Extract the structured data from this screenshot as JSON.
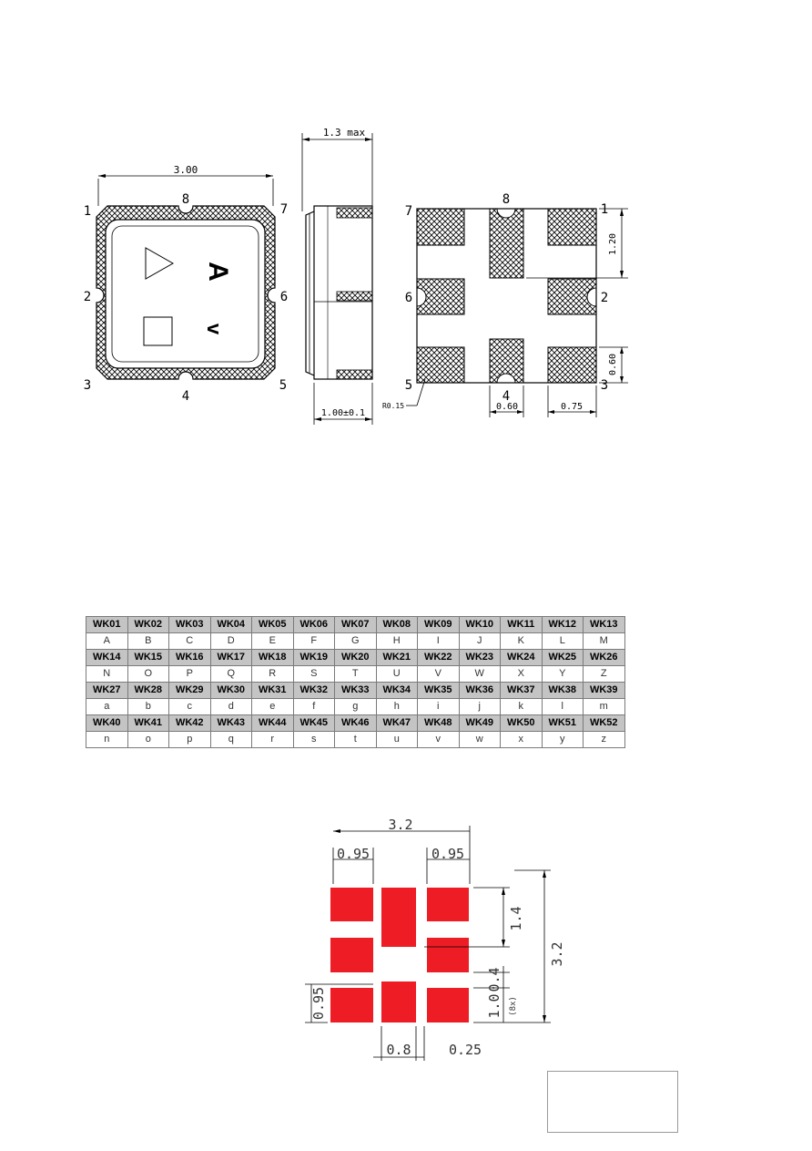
{
  "drawing_top": {
    "top_view": {
      "width_dim": "3.00",
      "pin_labels": [
        "1",
        "2",
        "3",
        "4",
        "5",
        "6",
        "7",
        "8"
      ],
      "mark_upper": "A",
      "mark_lower": "v"
    },
    "side_view": {
      "height_dim": "1.3 max",
      "body_dim": "1.00±0.1"
    },
    "bottom_view": {
      "pin_labels": [
        "1",
        "2",
        "3",
        "4",
        "5",
        "6",
        "7",
        "8"
      ],
      "dim_120": "1.20",
      "dim_060_right": "0.60",
      "dim_060_bottom": "0.60",
      "dim_075": "0.75",
      "radius": "R0.15"
    }
  },
  "code_table": {
    "rows": [
      {
        "type": "hdr",
        "cells": [
          "WK01",
          "WK02",
          "WK03",
          "WK04",
          "WK05",
          "WK06",
          "WK07",
          "WK08",
          "WK09",
          "WK10",
          "WK11",
          "WK12",
          "WK13"
        ]
      },
      {
        "type": "chr",
        "cells": [
          "A",
          "B",
          "C",
          "D",
          "E",
          "F",
          "G",
          "H",
          "I",
          "J",
          "K",
          "L",
          "M"
        ]
      },
      {
        "type": "hdr",
        "cells": [
          "WK14",
          "WK15",
          "WK16",
          "WK17",
          "WK18",
          "WK19",
          "WK20",
          "WK21",
          "WK22",
          "WK23",
          "WK24",
          "WK25",
          "WK26"
        ]
      },
      {
        "type": "chr",
        "cells": [
          "N",
          "O",
          "P",
          "Q",
          "R",
          "S",
          "T",
          "U",
          "V",
          "W",
          "X",
          "Y",
          "Z"
        ]
      },
      {
        "type": "hdr",
        "cells": [
          "WK27",
          "WK28",
          "WK29",
          "WK30",
          "WK31",
          "WK32",
          "WK33",
          "WK34",
          "WK35",
          "WK36",
          "WK37",
          "WK38",
          "WK39"
        ]
      },
      {
        "type": "chr",
        "cells": [
          "a",
          "b",
          "c",
          "d",
          "e",
          "f",
          "g",
          "h",
          "i",
          "j",
          "k",
          "l",
          "m"
        ]
      },
      {
        "type": "hdr",
        "cells": [
          "WK40",
          "WK41",
          "WK42",
          "WK43",
          "WK44",
          "WK45",
          "WK46",
          "WK47",
          "WK48",
          "WK49",
          "WK50",
          "WK51",
          "WK52"
        ]
      },
      {
        "type": "chr",
        "cells": [
          "n",
          "o",
          "p",
          "q",
          "r",
          "s",
          "t",
          "u",
          "v",
          "w",
          "x",
          "y",
          "z"
        ]
      }
    ]
  },
  "footprint": {
    "pad_color": "#ee1c24",
    "dim_total_w": "3.2",
    "dim_left": "0.95",
    "dim_right": "0.95",
    "dim_14": "1.4",
    "dim_32": "3.2",
    "dim_04": "0.4",
    "dim_10": "1.0",
    "dim_8x": "(8x)",
    "dim_095_v": "0.95",
    "dim_08": "0.8",
    "dim_025": "0.25"
  }
}
